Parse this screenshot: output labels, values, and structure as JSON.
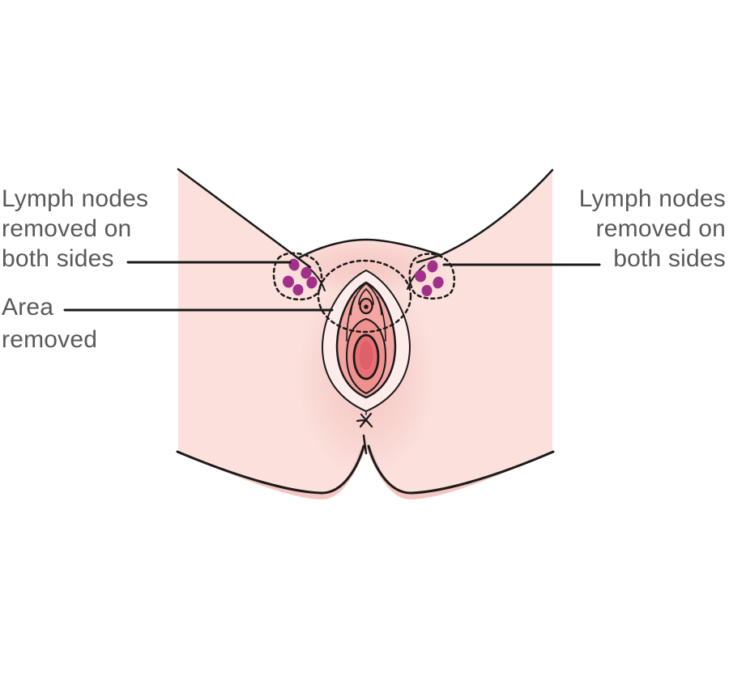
{
  "labels": {
    "lymph_left": {
      "lines": [
        "Lymph nodes",
        "removed on",
        "both sides"
      ]
    },
    "area": {
      "lines": [
        "Area",
        "removed"
      ]
    },
    "lymph_right": {
      "lines": [
        "Lymph nodes",
        "removed on",
        "both sides"
      ]
    }
  },
  "lymph_clusters": {
    "left_node_count": 5,
    "right_node_count": 4
  },
  "palette": {
    "background": "#ffffff",
    "skin": "#fbe0dc",
    "skin_shadow": "#f5c6c1",
    "labia_outer": "#fdecea",
    "labia_inner": "#f3a6a2",
    "vestibule": "#ef928e",
    "introitus": "#e76f75",
    "introitus_inner": "#e0606a",
    "lymph_node": "#a1308a",
    "outline": "#1a1a1a",
    "label_text": "#59595b"
  }
}
